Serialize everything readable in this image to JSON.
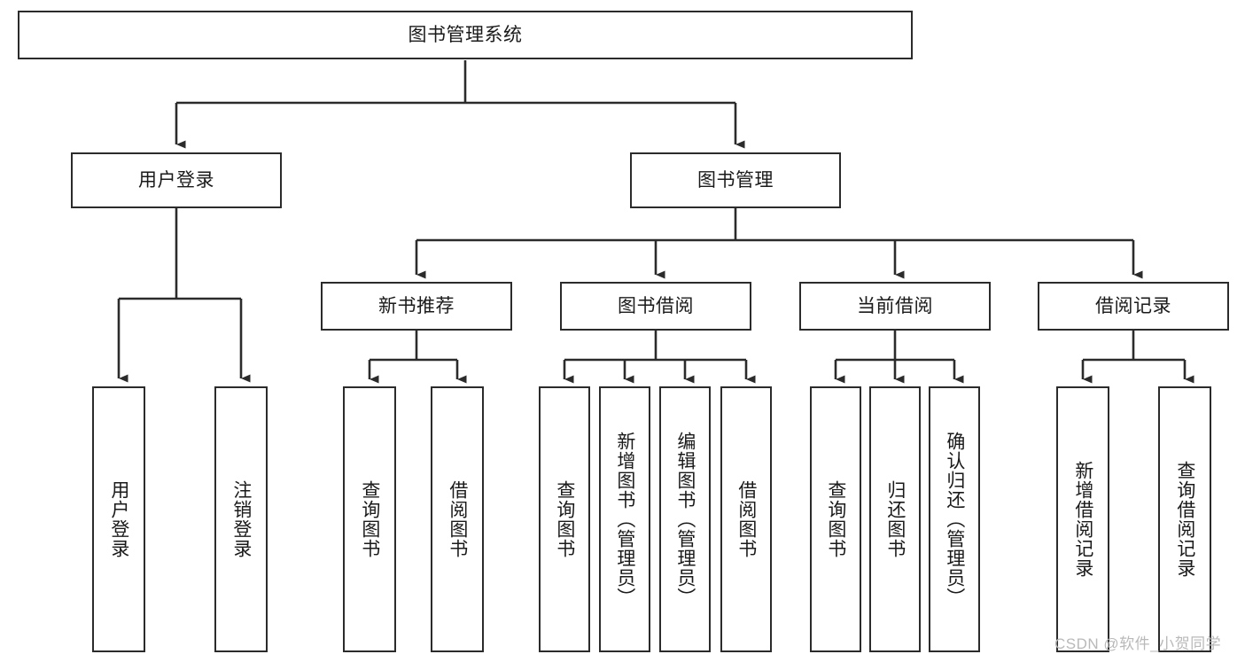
{
  "diagram": {
    "type": "tree-hierarchy",
    "root": {
      "label": "图书管理系统"
    },
    "level2": [
      {
        "label": "用户登录"
      },
      {
        "label": "图书管理"
      }
    ],
    "level3": [
      {
        "label": "新书推荐"
      },
      {
        "label": "图书借阅"
      },
      {
        "label": "当前借阅"
      },
      {
        "label": "借阅记录"
      }
    ],
    "leaves": {
      "user_login": [
        {
          "label": "用户登录"
        },
        {
          "label": "注销登录"
        }
      ],
      "new_book_recommend": [
        {
          "label": "查询图书"
        },
        {
          "label": "借阅图书"
        }
      ],
      "book_borrow": [
        {
          "label": "查询图书"
        },
        {
          "label": "新增图书（管理员）"
        },
        {
          "label": "编辑图书（管理员）"
        },
        {
          "label": "借阅图书"
        }
      ],
      "current_borrow": [
        {
          "label": "查询图书"
        },
        {
          "label": "归还图书"
        },
        {
          "label": "确认归还（管理员）"
        }
      ],
      "borrow_record": [
        {
          "label": "新增借阅记录"
        },
        {
          "label": "查询借阅记录"
        }
      ]
    }
  },
  "watermark": {
    "text": "CSDN @软件_小贺同学"
  },
  "colors": {
    "stroke": "#2b2b2b",
    "box_fill": "#ffffff",
    "text": "#1a1a1a",
    "watermark": "#b9b9b9",
    "page_bg": "#ffffff"
  }
}
